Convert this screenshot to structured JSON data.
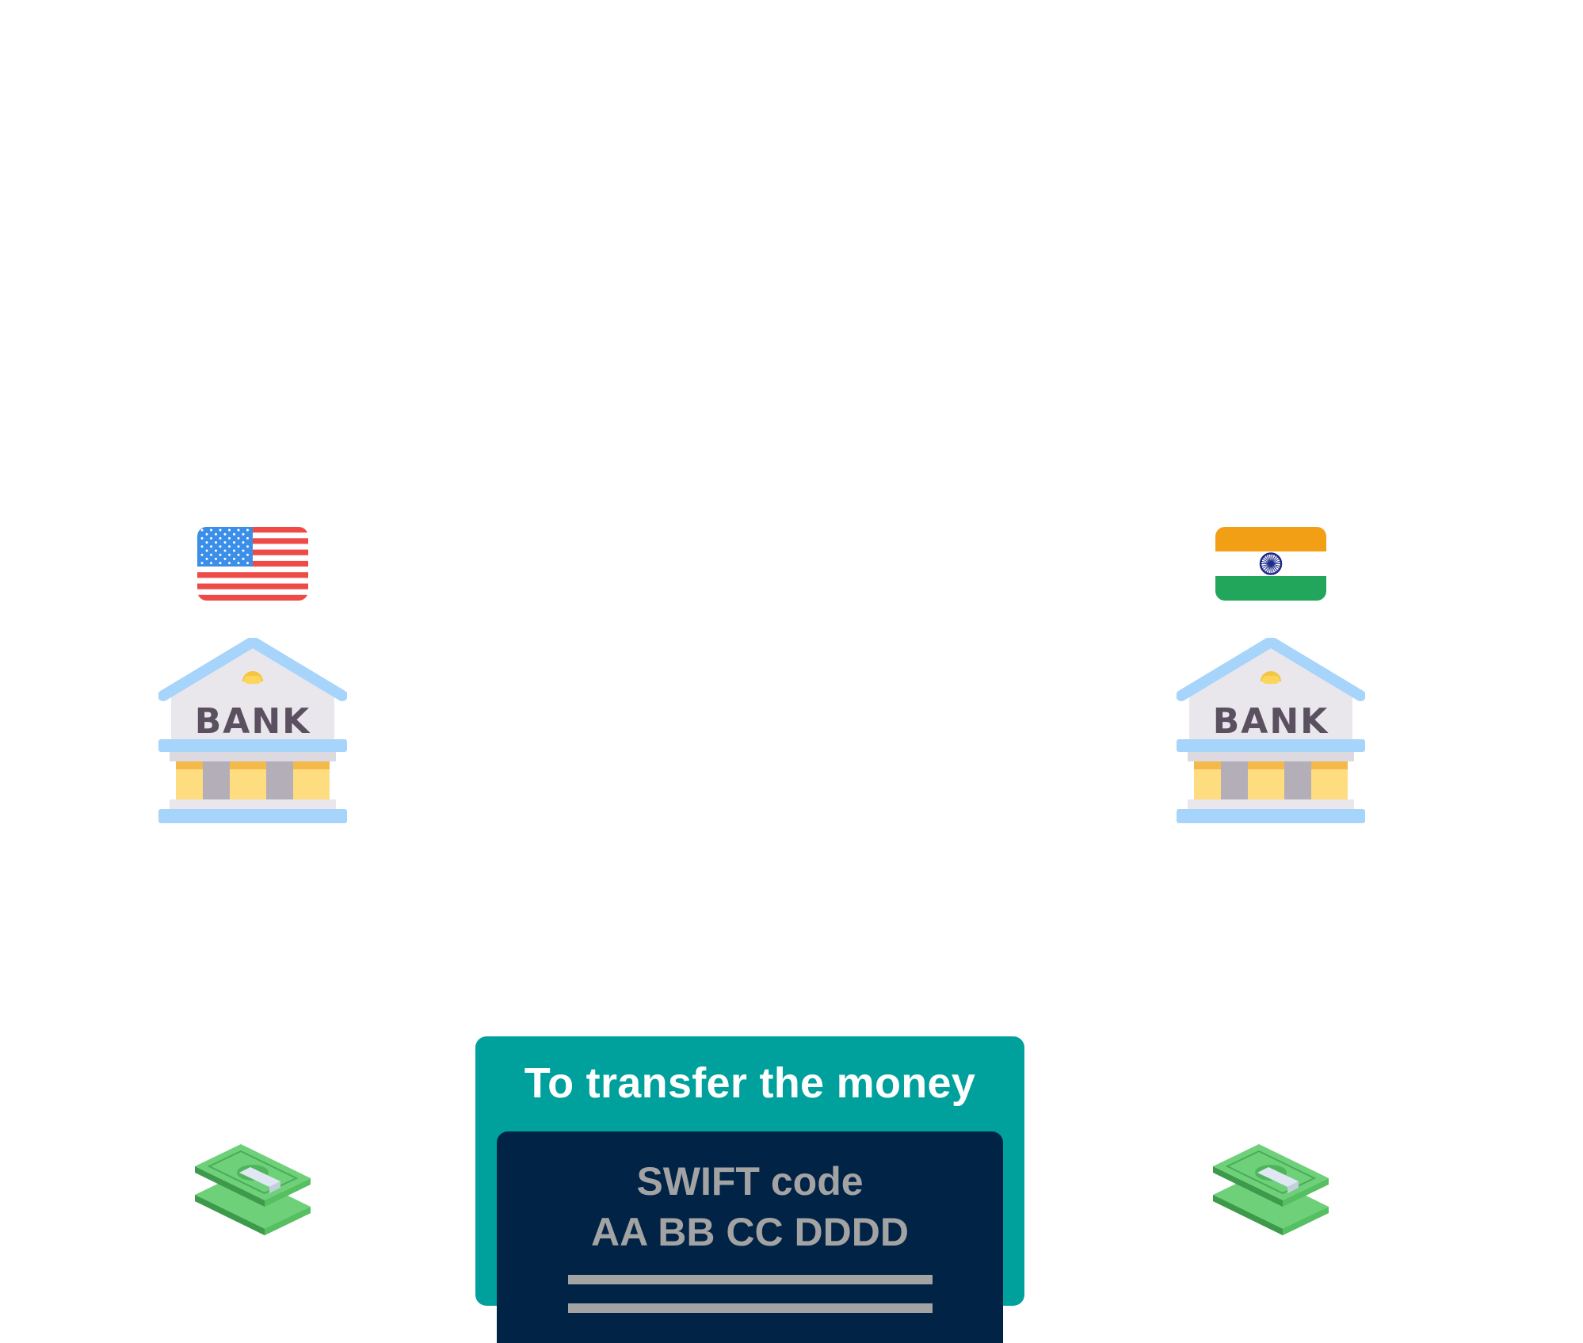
{
  "card": {
    "title": "To transfer the money",
    "swift_label": "SWIFT code",
    "swift_code": "AA BB CC DDDD"
  },
  "banks": [
    {
      "id": "us",
      "flag": "us-flag-icon",
      "sign": "BANK"
    },
    {
      "id": "in",
      "flag": "india-flag-icon",
      "sign": "BANK"
    }
  ],
  "icons": [
    "us-flag-icon",
    "india-flag-icon",
    "bank-icon",
    "money-stack-icon"
  ],
  "colors": {
    "card_teal": "#00a19d",
    "panel_navy": "#002346",
    "text_gray": "#a3a3a3",
    "flag_red": "#ee4b47",
    "flag_blue": "#3b8fe8",
    "saffron": "#f29f16",
    "india_green": "#21a65b",
    "chakra_navy": "#1d2b8a",
    "roof_blue": "#a6d4fb",
    "money_green": "#6fd07a"
  }
}
